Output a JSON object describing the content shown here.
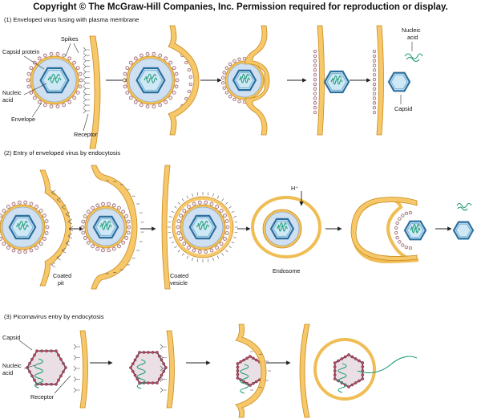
{
  "header": {
    "copyright": "Copyright © The McGraw-Hill Companies, Inc. Permission required for reproduction or display."
  },
  "section1": {
    "title": "(1) Enveloped virus fusing with plasma membrane",
    "labels": {
      "spikes": "Spikes",
      "capsid_protein": "Capsid protein",
      "nucleic_acid_l1": "Nucleic",
      "nucleic_acid_l2": "acid",
      "envelope": "Envelope",
      "receptor": "Receptor",
      "released_nucleic_l1": "Nucleic",
      "released_nucleic_l2": "acid",
      "capsid": "Capsid"
    }
  },
  "section2": {
    "title": "(2) Entry of enveloped virus by endocytosis",
    "labels": {
      "coated_pit_l1": "Coated",
      "coated_pit_l2": "pit",
      "coated_vesicle_l1": "Coated",
      "coated_vesicle_l2": "vesicle",
      "endosome": "Endosome",
      "proton": "H⁺"
    }
  },
  "section3": {
    "title": "(3) Picornavirus entry by endocytosis",
    "labels": {
      "capsid": "Capsid",
      "nucleic_acid_l1": "Nucleic",
      "nucleic_acid_l2": "acid",
      "receptor": "Receptor"
    }
  },
  "colors": {
    "membrane": "#f6c86a",
    "capsid": "#2b6f9e",
    "nucleic_acid": "#1f9c77",
    "spike": "#8f4a5a",
    "picornavirus_capsid": "#6a4352"
  }
}
